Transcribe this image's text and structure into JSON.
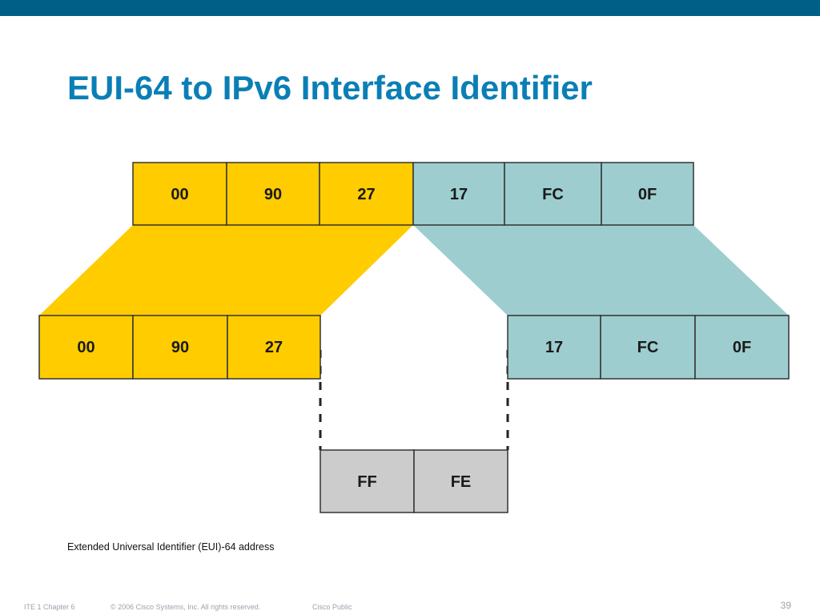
{
  "slide": {
    "title": "EUI-64 to IPv6 Interface Identifier",
    "caption": "Extended Universal Identifier (EUI)-64 address"
  },
  "diagram": {
    "mac_address": {
      "oui_bytes": [
        "00",
        "90",
        "27"
      ],
      "device_bytes": [
        "17",
        "FC",
        "0F"
      ]
    },
    "eui64": {
      "oui_bytes": [
        "00",
        "90",
        "27"
      ],
      "device_bytes": [
        "17",
        "FC",
        "0F"
      ]
    },
    "inserted_bytes": [
      "FF",
      "FE"
    ],
    "colors": {
      "oui": "#ffcc00",
      "device": "#9dcdcf",
      "inserted": "#cccccc",
      "border": "#333333"
    }
  },
  "footer": {
    "chapter": "ITE 1 Chapter 6",
    "copyright": "© 2006 Cisco Systems, Inc. All rights reserved.",
    "classification": "Cisco Public",
    "page_number": "39"
  },
  "theme": {
    "top_bar_color": "#005f86",
    "title_color": "#0a7fb5"
  }
}
